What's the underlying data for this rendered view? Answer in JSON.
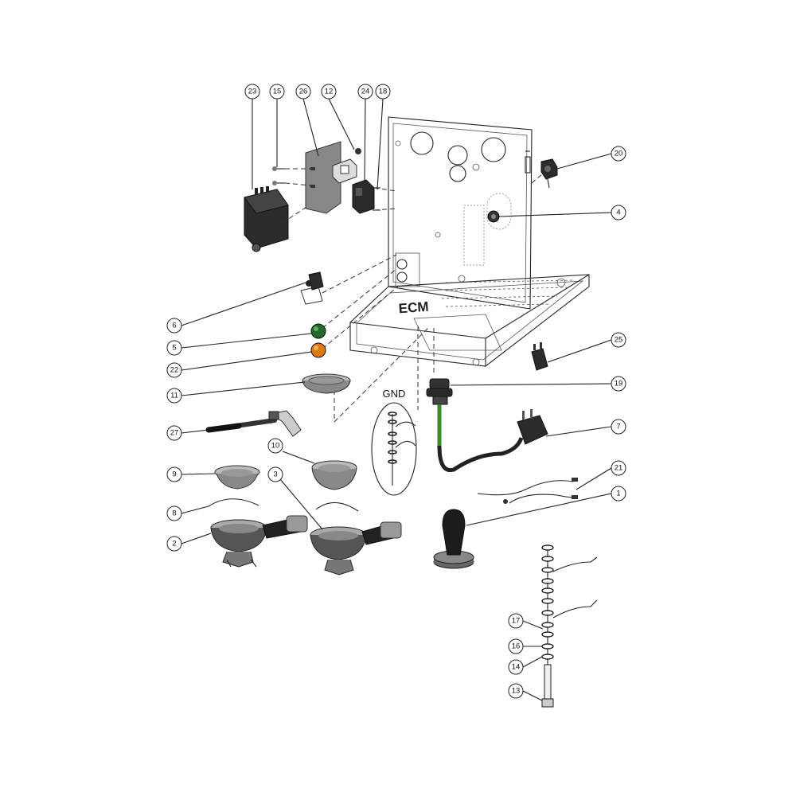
{
  "brand_text": "ECM",
  "gnd_label": "GND",
  "callouts": [
    "23",
    "15",
    "26",
    "12",
    "24",
    "18",
    "20",
    "4",
    "6",
    "5",
    "22",
    "11",
    "25",
    "19",
    "27",
    "10",
    "7",
    "9",
    "3",
    "21",
    "8",
    "1",
    "2",
    "17",
    "16",
    "14",
    "13"
  ],
  "colors": {
    "line": "#222222",
    "part_dark": "#2b2b2b",
    "part_gray": "#8a8a8a",
    "green_lamp": "#1f6b2a",
    "orange_lamp": "#e07a10",
    "cable_green": "#3a8a2a"
  }
}
